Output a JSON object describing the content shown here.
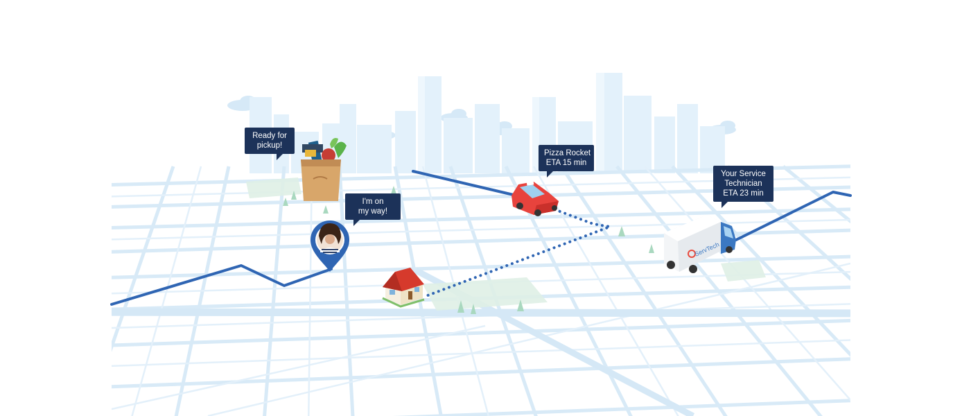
{
  "colors": {
    "route": "#2f65b3",
    "road": "#d9ebf8",
    "skyline": "#e2f1fb",
    "bubble": "#1c3259",
    "car": "#e8433d",
    "house_roof": "#d63a2c",
    "truck_cab": "#3b78c2",
    "park": "#dff0e6"
  },
  "bubbles": {
    "grocery": {
      "line1": "Ready for",
      "line2": "pickup!"
    },
    "customer": {
      "line1": "I'm on",
      "line2": "my way!"
    },
    "pizza": {
      "line1": "Pizza Rocket",
      "line2": "ETA 15 min"
    },
    "technician": {
      "line1": "Your Service",
      "line2": "Technician",
      "line3": "ETA 23 min"
    }
  },
  "truck": {
    "brand": "ServTech"
  },
  "icons": {
    "customer": "location-pin-avatar-icon",
    "grocery": "grocery-bag-icon",
    "house": "house-icon",
    "car": "car-icon",
    "truck": "service-truck-icon"
  }
}
